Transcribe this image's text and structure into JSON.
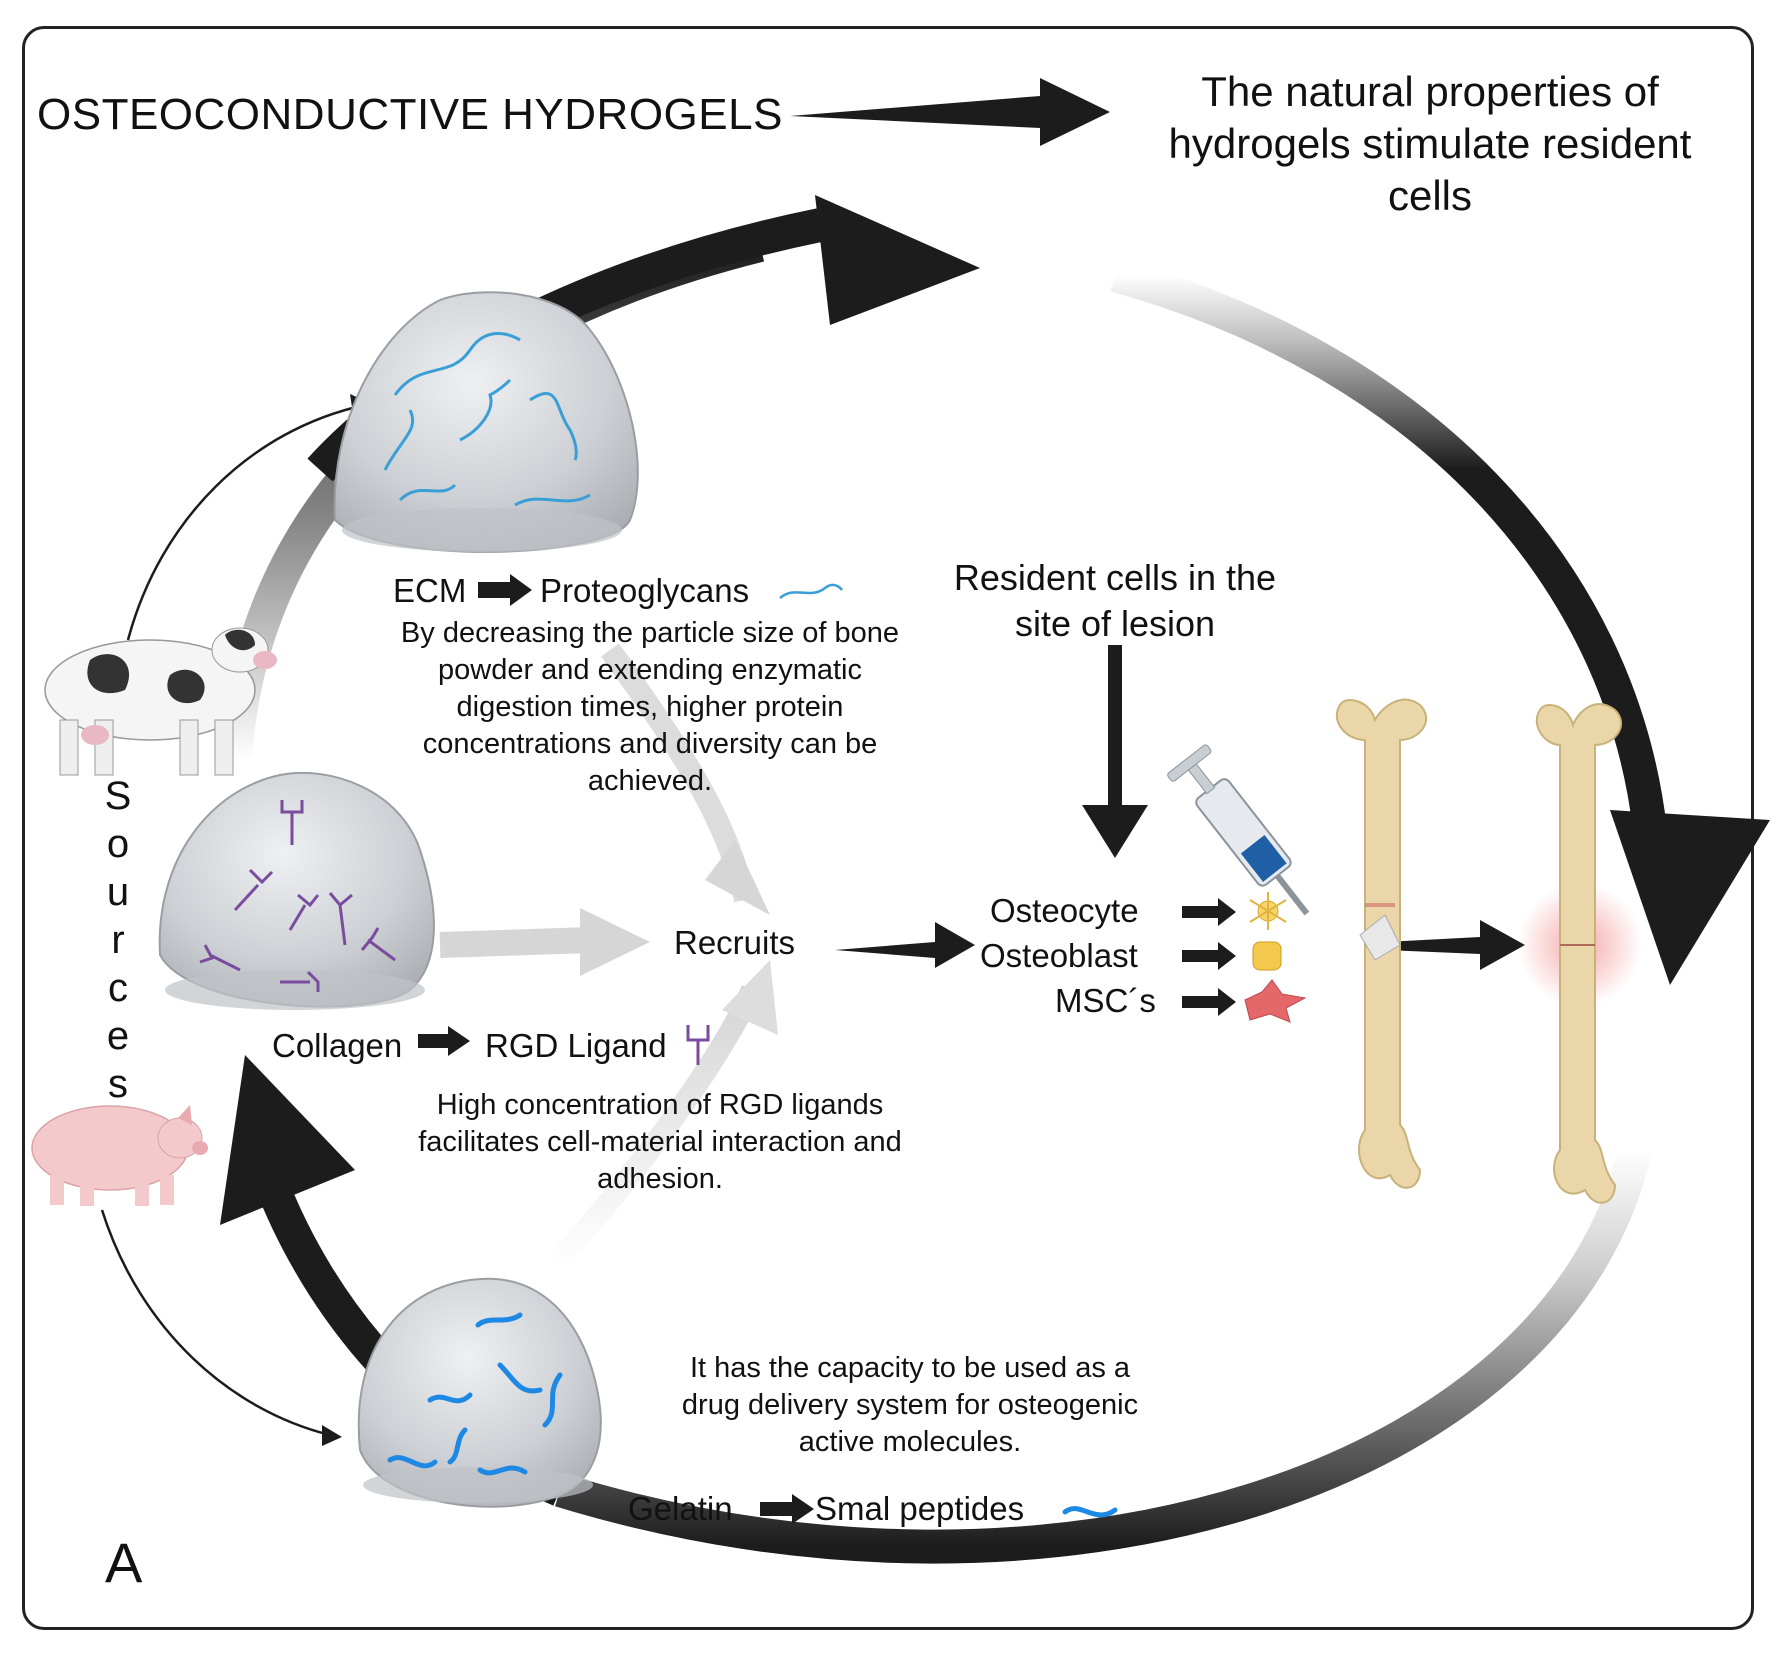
{
  "header": {
    "title": "OSTEOCONDUCTIVE HYDROGELS",
    "subtitle_lines": [
      "The natural properties of",
      "hydrogels stimulate resident",
      "cells"
    ]
  },
  "ecm": {
    "source": "ECM",
    "product": "Proteoglycans",
    "description_lines": [
      "By decreasing the particle size of bone",
      "powder and extending enzymatic",
      "digestion times, higher protein",
      "concentrations and diversity can be",
      "achieved."
    ]
  },
  "collagen": {
    "source": "Collagen",
    "product": "RGD Ligand",
    "description_lines": [
      "High concentration of RGD ligands",
      "facilitates cell-material interaction and",
      "adhesion."
    ]
  },
  "gelatin": {
    "source": "Gelatin",
    "product": "Smal peptides",
    "description_lines": [
      "It has the capacity to be used as a",
      "drug delivery system for osteogenic",
      "active molecules."
    ]
  },
  "center": {
    "recruits": "Recruits",
    "resident_lines": [
      "Resident cells in the",
      "site of lesion"
    ]
  },
  "cells": [
    "Osteocyte",
    "Osteoblast",
    "MSC´s"
  ],
  "sources_label": [
    "S",
    "o",
    "u",
    "r",
    "c",
    "e",
    "s"
  ],
  "panel_label": "A",
  "colors": {
    "arrow_dark": "#1c1c1c",
    "arrow_light": "#d6d6d6",
    "proteoglycan": "#3a9fd6",
    "rgd": "#7a4c9e",
    "peptide": "#1e88e5",
    "bone": "#ead6a8",
    "gel": "#c9ccd0"
  },
  "icons": [
    "cow-icon",
    "pig-icon",
    "syringe-icon",
    "bone-fractured-icon",
    "bone-healed-icon",
    "osteocyte-cell-icon",
    "osteoblast-cell-icon",
    "msc-cell-icon"
  ]
}
